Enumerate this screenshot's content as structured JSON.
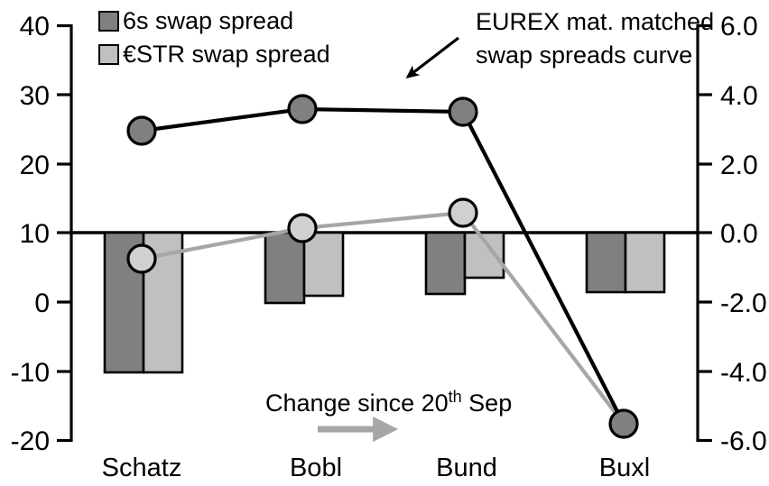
{
  "chart_data": {
    "type": "bar",
    "title": "",
    "subtitle": "",
    "xlabel": "",
    "ylabel": "",
    "categories": [
      "Schatz",
      "Bobl",
      "Bund",
      "Buxl"
    ],
    "grid": false,
    "legend_position": "top-left",
    "left_axis": {
      "ticks": [
        "40",
        "30",
        "20",
        "10",
        "0",
        "-10",
        "-20"
      ],
      "tick_values": [
        40,
        30,
        20,
        10,
        0,
        -10,
        -20
      ],
      "ylim": [
        -20,
        40
      ]
    },
    "right_axis": {
      "ticks": [
        "6.0",
        "4.0",
        "2.0",
        "0.0",
        "-2.0",
        "-4.0",
        "-6.0"
      ],
      "tick_values": [
        6.0,
        4.0,
        2.0,
        0.0,
        -2.0,
        -4.0,
        -6.0
      ],
      "ylim": [
        -6.0,
        6.0
      ]
    },
    "series": [
      {
        "name": "6s swap spread",
        "type": "bar",
        "axis": "right",
        "color": "#808080",
        "values": [
          -4.1,
          -1.9,
          -1.45,
          -1.7
        ]
      },
      {
        "name": "€STR swap spread",
        "type": "bar",
        "axis": "right",
        "color": "#c0c0c0",
        "values": [
          -4.1,
          -1.8,
          -1.25,
          -1.7
        ]
      },
      {
        "name": "EUREX mat. matched swap spreads curve",
        "type": "line",
        "axis": "left",
        "color": "#000000",
        "marker_color": "#808080",
        "values": [
          24.5,
          27.9,
          27.3,
          -18.1
        ]
      },
      {
        "name": "Change since 20th Sep",
        "type": "line",
        "axis": "left",
        "color": "#a6a6a6",
        "marker_color": "#d0d0d0",
        "values": [
          6.1,
          10.5,
          12.7,
          -18.1
        ]
      }
    ],
    "annotations": [
      {
        "name": "eurex-callout",
        "text_line1": "EUREX mat. matched",
        "text_line2": "swap spreads curve",
        "arrow": "down-left"
      },
      {
        "name": "change-since-callout",
        "text": "Change since 20",
        "superscript": "th",
        "text_tail": " Sep",
        "arrow": "right"
      }
    ]
  },
  "legend": {
    "items": [
      {
        "label": "6s swap spread",
        "color": "#808080"
      },
      {
        "label": "€STR swap spread",
        "color": "#c0c0c0"
      }
    ]
  },
  "axes": {
    "left_ticks": [
      "40",
      "30",
      "20",
      "10",
      "0",
      "-10",
      "-20"
    ],
    "right_ticks": [
      "6.0",
      "4.0",
      "2.0",
      "0.0",
      "-2.0",
      "-4.0",
      "-6.0"
    ],
    "categories": [
      "Schatz",
      "Bobl",
      "Bund",
      "Buxl"
    ]
  },
  "callout": {
    "line1": "EUREX mat. matched",
    "line2": "swap spreads curve"
  },
  "change_note": {
    "text": "Change since 20",
    "superscript": "th",
    "tail": " Sep"
  }
}
